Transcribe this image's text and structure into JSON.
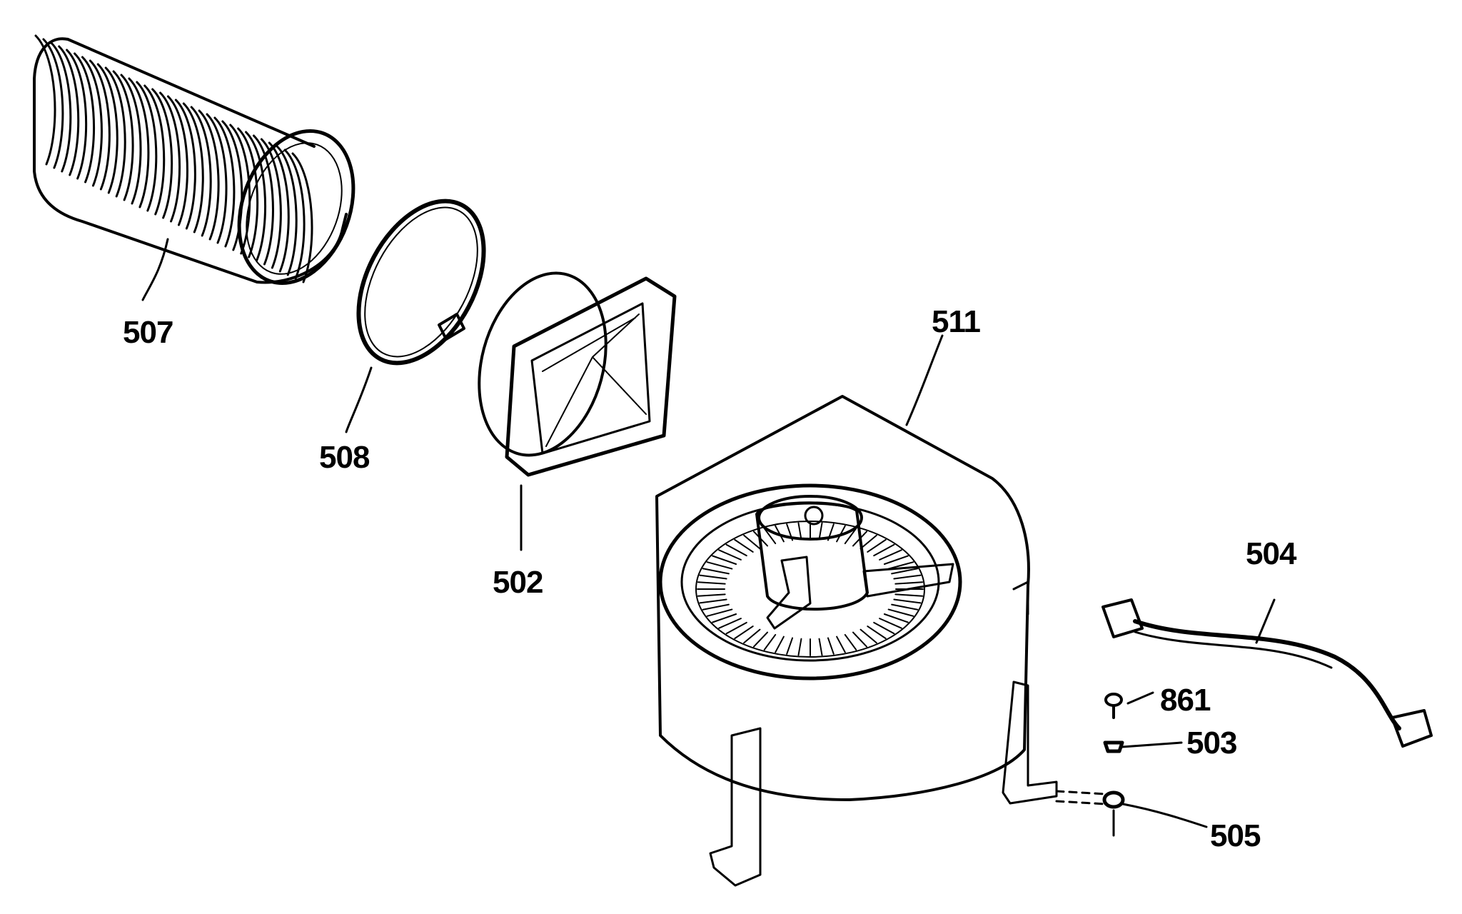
{
  "parts": [
    {
      "number": "507"
    },
    {
      "number": "508"
    },
    {
      "number": "502"
    },
    {
      "number": "511"
    },
    {
      "number": "504"
    },
    {
      "number": "861"
    },
    {
      "number": "503"
    },
    {
      "number": "505"
    }
  ]
}
